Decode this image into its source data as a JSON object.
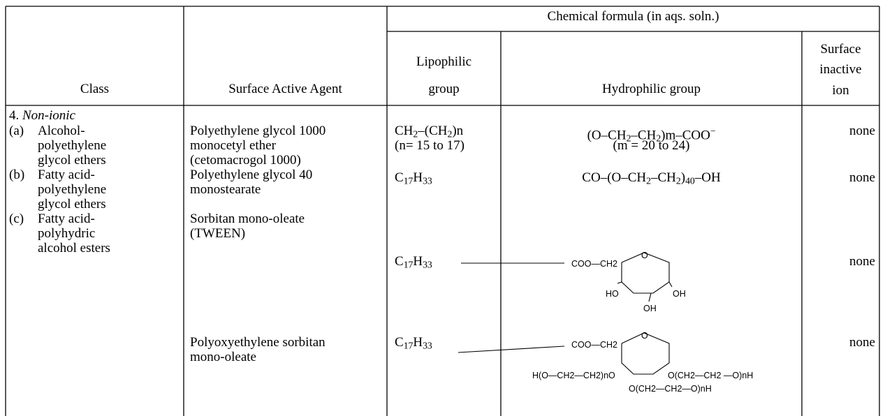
{
  "header": {
    "chemical_formula": "Chemical formula (in aqs. soln.)",
    "class_label": "Class",
    "agent_label": "Surface Active Agent",
    "lipophilic_line1": "Lipophilic",
    "lipophilic_line2": "group",
    "hydrophilic_label": "Hydrophilic group",
    "inactive_line1": "Surface",
    "inactive_line2": "inactive",
    "inactive_line3": "ion"
  },
  "section": {
    "number": "4.",
    "title": "Non-ionic"
  },
  "rows": [
    {
      "class_marker": "(a)",
      "class_lines": [
        "Alcohol-",
        "polyethylene",
        "glycol ethers"
      ],
      "agent_lines": [
        "Polyethylene glycol 1000",
        "monocetyl ether",
        "(cetomacrogol 1000)"
      ],
      "lipo_main": "CH",
      "lipo_sub1": "2",
      "lipo_mid": "–(CH",
      "lipo_sub2": "2",
      "lipo_end": ")n",
      "lipo_line2": "(n= 15 to 17)",
      "hydro_line1_a": "(O–CH",
      "hydro_sub1": "2",
      "hydro_line1_b": "–CH",
      "hydro_sub2": "2",
      "hydro_line1_c": ")m–COO",
      "hydro_sup": "−",
      "hydro_line2": "(m = 20 to 24)",
      "inactive": "none"
    },
    {
      "class_marker": "(b)",
      "class_lines": [
        "Fatty acid-",
        "polyethylene",
        "glycol ethers"
      ],
      "agent_lines": [
        "Polyethylene glycol 40",
        "monostearate"
      ],
      "lipo_base": "C",
      "lipo_sub_a": "17",
      "lipo_base2": "H",
      "lipo_sub_b": "33",
      "hydro_a": "CO–(O–CH",
      "hydro_sub1": "2",
      "hydro_b": "–CH",
      "hydro_sub2": "2",
      "hydro_c": ")",
      "hydro_sub3": "40",
      "hydro_d": "–OH",
      "inactive": "none"
    },
    {
      "class_marker": "(c)",
      "class_lines": [
        "Fatty acid-",
        "polyhydric",
        "alcohol esters"
      ],
      "agent_lines": [
        "Sorbitan mono-oleate",
        "(TWEEN)"
      ],
      "lipo_base": "C",
      "lipo_sub_a": "17",
      "lipo_base2": "H",
      "lipo_sub_b": "33",
      "chem_coo": "COO—CH2",
      "chem_o": "O",
      "chem_ho": "HO",
      "chem_oh_right": "OH",
      "chem_oh_bottom": "OH",
      "inactive": "none"
    },
    {
      "agent_lines": [
        "Polyoxyethylene sorbitan",
        "mono-oleate"
      ],
      "lipo_base": "C",
      "lipo_sub_a": "17",
      "lipo_base2": "H",
      "lipo_sub_b": "33",
      "chem_coo": "COO—CH2",
      "chem_o": "O",
      "chem_left": "H(O—CH2—CH2)nO",
      "chem_right": "O(CH2—CH2 —O)nH",
      "chem_bottom": "O(CH2—CH2—O)nH",
      "inactive": "none"
    }
  ]
}
